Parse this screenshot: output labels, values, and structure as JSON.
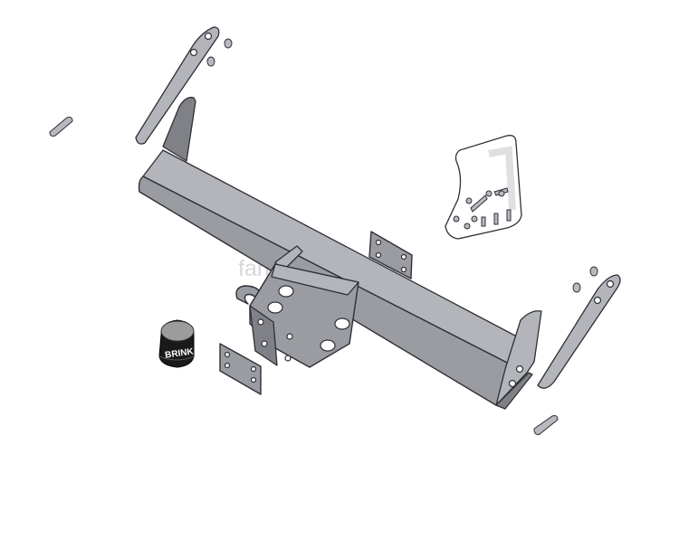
{
  "watermark": "farkop-center.ru",
  "cap_brand": "BRINK",
  "colors": {
    "metal": "#9a9ca2",
    "metal_light": "#b3b5bb",
    "metal_dark": "#7f8187",
    "outline": "#2e3036",
    "cap": "#1a1a1a"
  },
  "parts": [
    "crossbar",
    "tow-ball-mount",
    "left-side-bracket",
    "right-side-bracket",
    "mounting-plates",
    "small-spacers",
    "hardware-bag",
    "tow-ball-cap"
  ]
}
